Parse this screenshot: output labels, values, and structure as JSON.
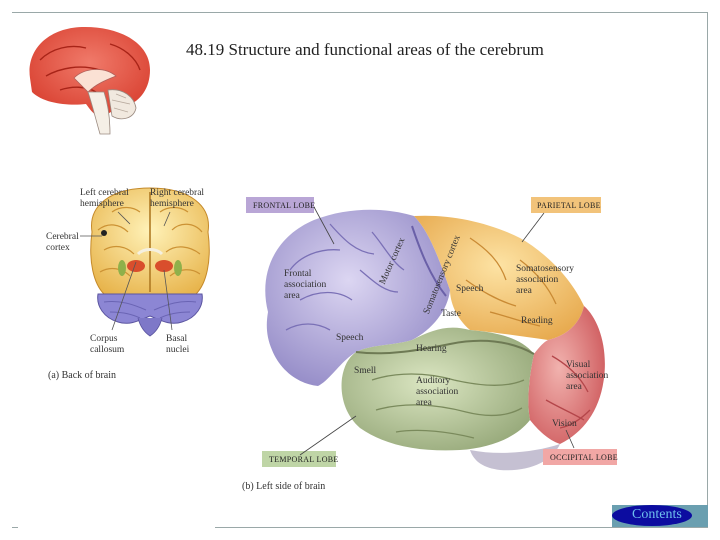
{
  "slide": {
    "title": "48.19 Structure and functional areas of the cerebrum"
  },
  "back_view": {
    "caption": "(a) Back of brain",
    "labels": {
      "left_hemisphere": [
        "Left cerebral",
        "hemisphere"
      ],
      "right_hemisphere": [
        "Right cerebral",
        "hemisphere"
      ],
      "cerebral_cortex": [
        "Cerebral",
        "cortex"
      ],
      "corpus_callosum": [
        "Corpus",
        "callosum"
      ],
      "basal_nuclei": [
        "Basal",
        "nuclei"
      ]
    }
  },
  "side_view": {
    "caption": "(b) Left side of brain",
    "lobes": {
      "frontal": "FRONTAL LOBE",
      "parietal": "PARIETAL LOBE",
      "temporal": "TEMPORAL LOBE",
      "occipital": "OCCIPITAL LOBE"
    },
    "areas": {
      "frontal_association": [
        "Frontal",
        "association",
        "area"
      ],
      "motor_cortex": "Motor cortex",
      "somatosensory_cortex": "Somatosensory cortex",
      "somatosensory_association": [
        "Somatosensory",
        "association",
        "area"
      ],
      "speech_upper": "Speech",
      "taste": "Taste",
      "reading": "Reading",
      "speech_lower": "Speech",
      "hearing": "Hearing",
      "smell": "Smell",
      "auditory_association": [
        "Auditory",
        "association",
        "area"
      ],
      "visual_association": [
        "Visual",
        "association",
        "area"
      ],
      "vision": "Vision"
    }
  },
  "nav": {
    "contents_label": "Contents"
  },
  "colors": {
    "frontal_box": "#b9a6d6",
    "parietal_box": "#f2c37a",
    "temporal_box": "#bfd5a6",
    "occipital_box": "#f1a7a5",
    "contents_text": "#6ec0ee",
    "contents_pill": "#0c0ca0"
  }
}
